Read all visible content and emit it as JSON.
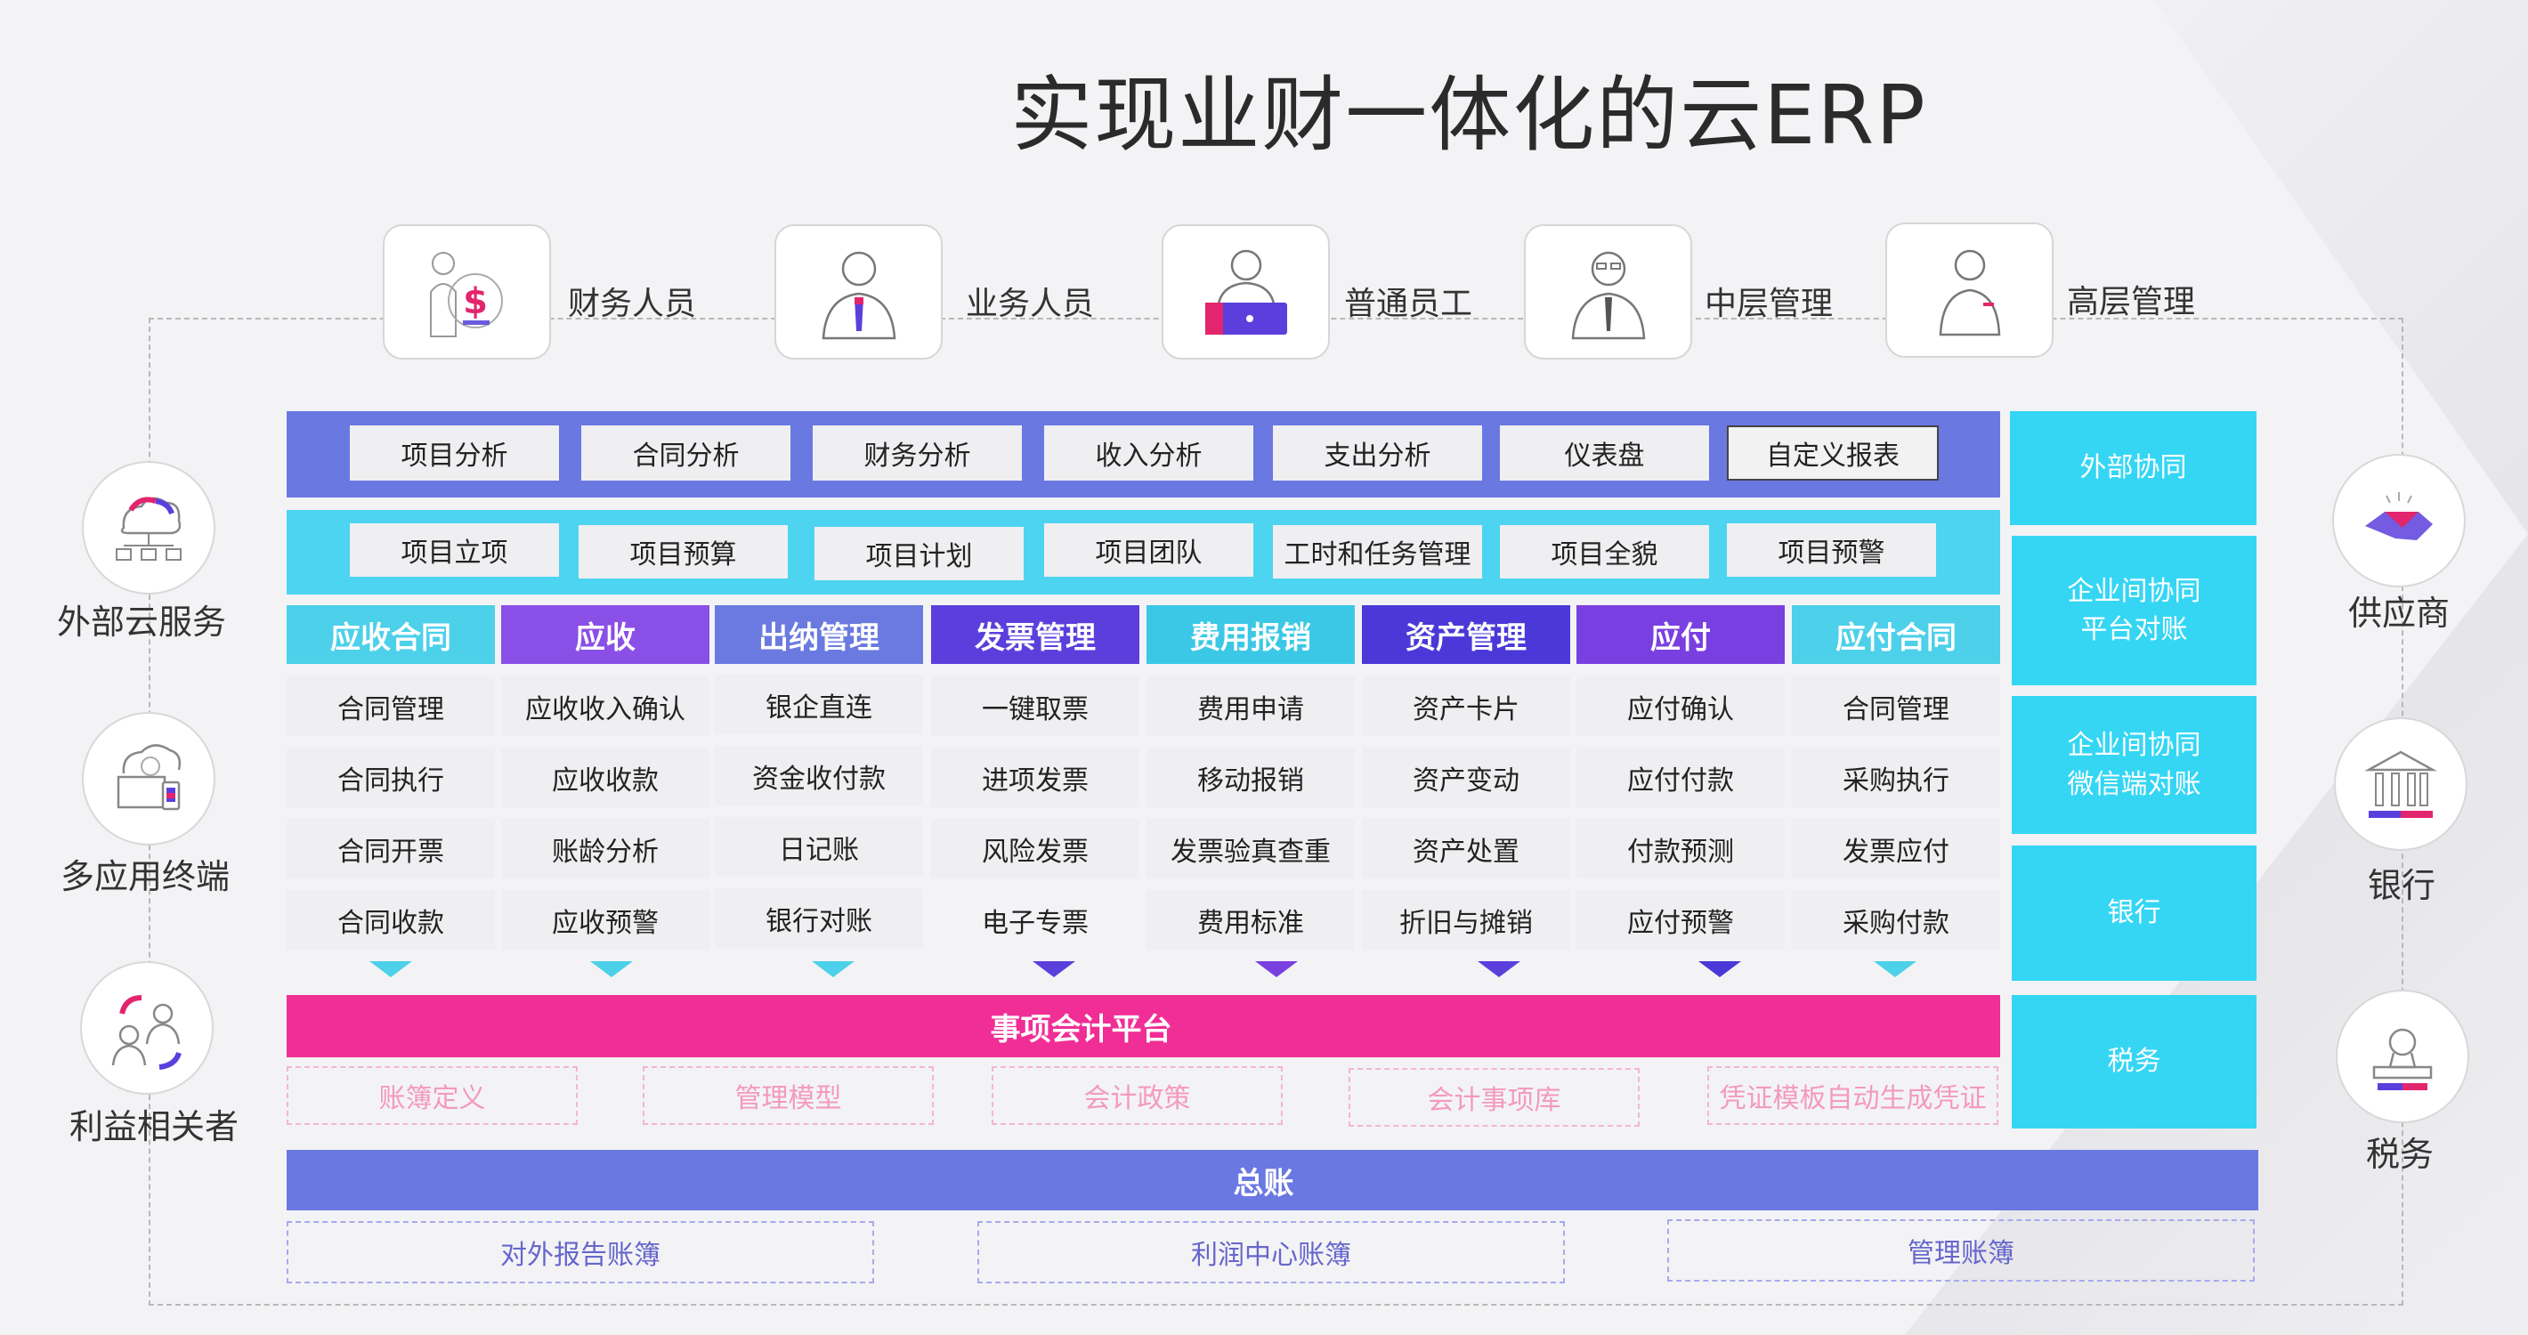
{
  "title": "实现业财一体化的云ERP",
  "personas": [
    {
      "label": "财务人员",
      "icon": "finance-person-icon"
    },
    {
      "label": "业务人员",
      "icon": "business-person-icon"
    },
    {
      "label": "普通员工",
      "icon": "employee-laptop-icon"
    },
    {
      "label": "中层管理",
      "icon": "middle-manager-icon"
    },
    {
      "label": "高层管理",
      "icon": "senior-manager-icon"
    }
  ],
  "analytics_row": [
    "项目分析",
    "合同分析",
    "财务分析",
    "收入分析",
    "支出分析",
    "仪表盘",
    "自定义报表"
  ],
  "project_row": [
    "项目立项",
    "项目预算",
    "项目计划",
    "项目团队",
    "工时和任务管理",
    "项目全貌",
    "项目预警"
  ],
  "modules": [
    {
      "name": "应收合同",
      "color": "#4dd0ea",
      "items": [
        "合同管理",
        "合同执行",
        "合同开票",
        "合同收款"
      ]
    },
    {
      "name": "应收",
      "color": "#8a4fe6",
      "items": [
        "应收收入确认",
        "应收收款",
        "账龄分析",
        "应收预警"
      ]
    },
    {
      "name": "出纳管理",
      "color": "#6a7ae0",
      "items": [
        "银企直连",
        "资金收付款",
        "日记账",
        "银行对账"
      ]
    },
    {
      "name": "发票管理",
      "color": "#5b3fdc",
      "items": [
        "一键取票",
        "进项发票",
        "风险发票",
        "电子专票"
      ]
    },
    {
      "name": "费用报销",
      "color": "#3bc8e6",
      "items": [
        "费用申请",
        "移动报销",
        "发票验真查重",
        "费用标准"
      ]
    },
    {
      "name": "资产管理",
      "color": "#4a38d8",
      "items": [
        "资产卡片",
        "资产变动",
        "资产处置",
        "折旧与摊销"
      ]
    },
    {
      "name": "应付",
      "color": "#7a3fe0",
      "items": [
        "应付确认",
        "应付付款",
        "付款预测",
        "应付预警"
      ]
    },
    {
      "name": "应付合同",
      "color": "#4dd0ea",
      "items": [
        "合同管理",
        "采购执行",
        "发票应付",
        "采购付款"
      ]
    }
  ],
  "side_column": [
    "外部协同",
    "企业间协同\n平台对账",
    "企业间协同\n微信端对账",
    "银行",
    "税务"
  ],
  "accounting_platform": {
    "title": "事项会计平台",
    "items": [
      "账簿定义",
      "管理模型",
      "会计政策",
      "会计事项库",
      "凭证模板自动生成凭证"
    ]
  },
  "general_ledger": {
    "title": "总账",
    "items": [
      "对外报告账簿",
      "利润中心账簿",
      "管理账簿"
    ]
  },
  "left_entities": [
    {
      "label": "外部云服务",
      "icon": "cloud-network-icon"
    },
    {
      "label": "多应用终端",
      "icon": "multi-device-icon"
    },
    {
      "label": "利益相关者",
      "icon": "stakeholders-icon"
    }
  ],
  "right_entities": [
    {
      "label": "供应商",
      "icon": "handshake-icon"
    },
    {
      "label": "银行",
      "icon": "bank-icon"
    },
    {
      "label": "税务",
      "icon": "tax-stamp-icon"
    }
  ],
  "colors": {
    "analytics_bar": "#6a78e2",
    "project_bar": "#4dd4f0",
    "side_box": "#35d6f4",
    "accounting_bar": "#f02e95",
    "ledger_bar": "#6a78e2"
  }
}
